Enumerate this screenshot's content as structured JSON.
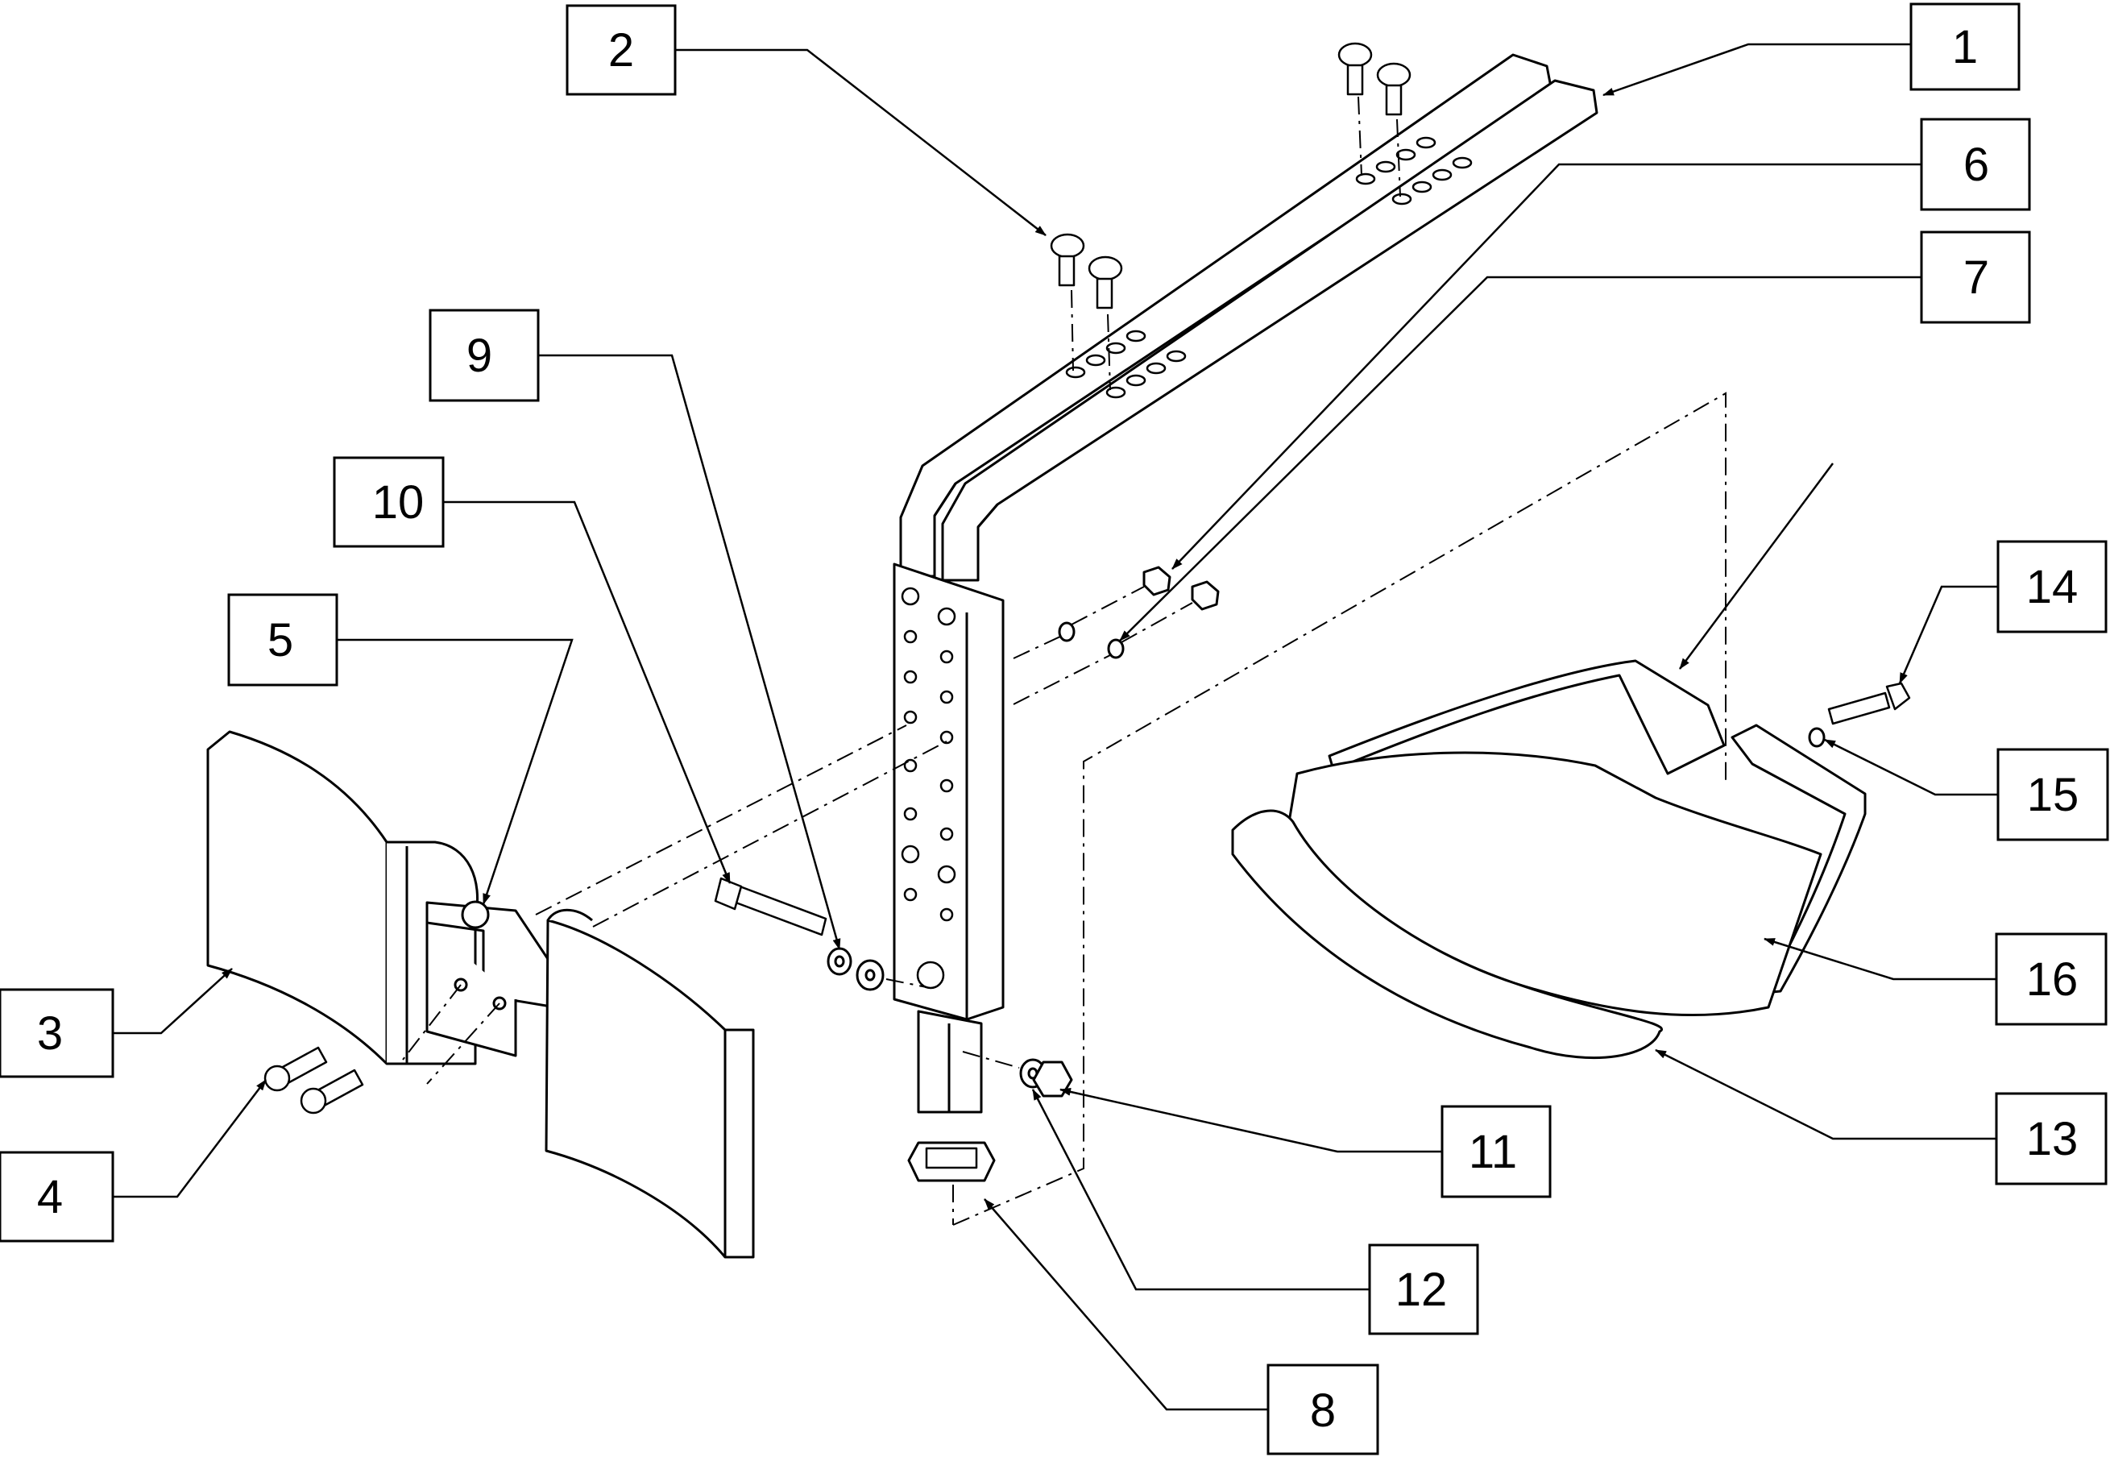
{
  "diagram": {
    "type": "exploded-parts-diagram",
    "colors": {
      "line": "#000000",
      "paper": "#ffffff"
    },
    "callouts": [
      {
        "id": "1",
        "label": "1"
      },
      {
        "id": "2",
        "label": "2"
      },
      {
        "id": "3",
        "label": "3"
      },
      {
        "id": "4",
        "label": "4"
      },
      {
        "id": "5",
        "label": "5"
      },
      {
        "id": "6",
        "label": "6"
      },
      {
        "id": "7",
        "label": "7"
      },
      {
        "id": "8",
        "label": "8"
      },
      {
        "id": "9",
        "label": "9"
      },
      {
        "id": "10",
        "label": "10"
      },
      {
        "id": "11",
        "label": "11"
      },
      {
        "id": "12",
        "label": "12"
      },
      {
        "id": "13",
        "label": "13"
      },
      {
        "id": "14",
        "label": "14"
      },
      {
        "id": "15",
        "label": "15"
      },
      {
        "id": "16",
        "label": "16"
      }
    ]
  }
}
